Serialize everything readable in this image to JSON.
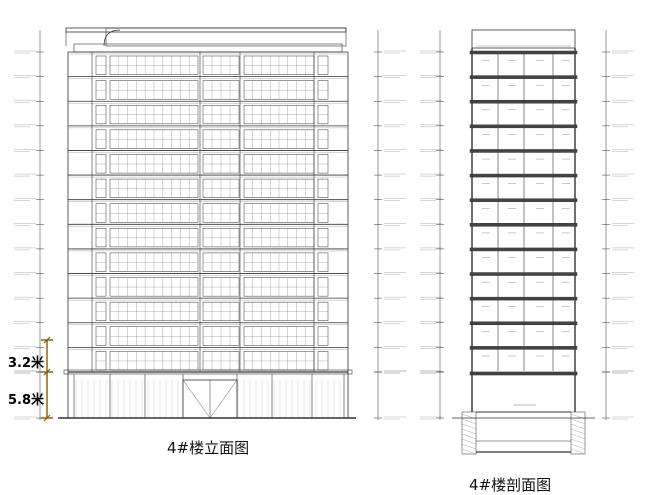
{
  "captions": {
    "elevation": "4#楼立面图",
    "section": "4#楼剖面图"
  },
  "dimensions": {
    "upper_height": "3.2米",
    "ground_height": "5.8米",
    "accent": "#8a5a00"
  },
  "building": {
    "floors": 13,
    "upper_floor_height_m": 3.2,
    "ground_floor_height_m": 5.8
  },
  "colors": {
    "line": "#333333",
    "fine": "#777777"
  }
}
